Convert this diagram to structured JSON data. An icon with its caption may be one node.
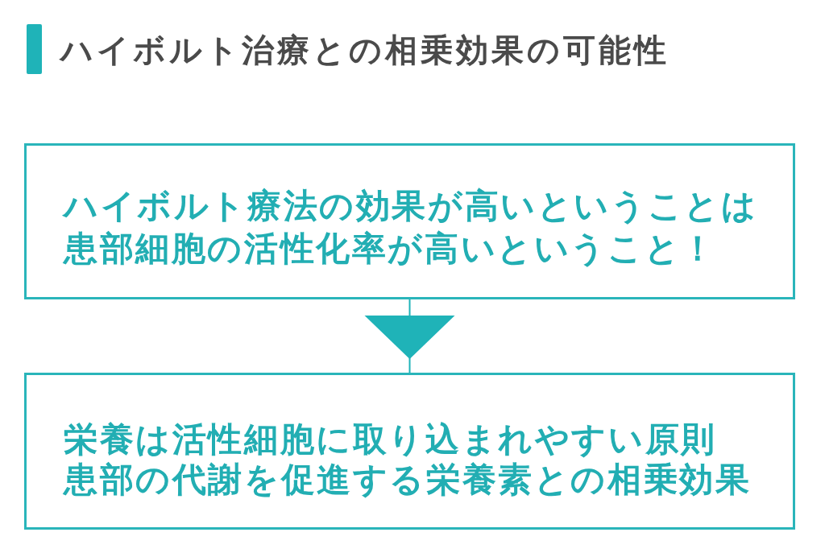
{
  "diagram": {
    "title": "ハイボルト治療との相乗効果の可能性",
    "nodes": [
      {
        "text": [
          "ハイボルト療法の効果が高いということは患部細胞の活性化率が高いということ！"
        ]
      },
      {
        "text": [
          "栄養は活性細胞に取り込まれやすい原則",
          "患部の代謝を促進する栄養素との相乗効果"
        ]
      }
    ],
    "edges": [
      {
        "from": 0,
        "to": 1,
        "arrow": "to"
      }
    ]
  }
}
